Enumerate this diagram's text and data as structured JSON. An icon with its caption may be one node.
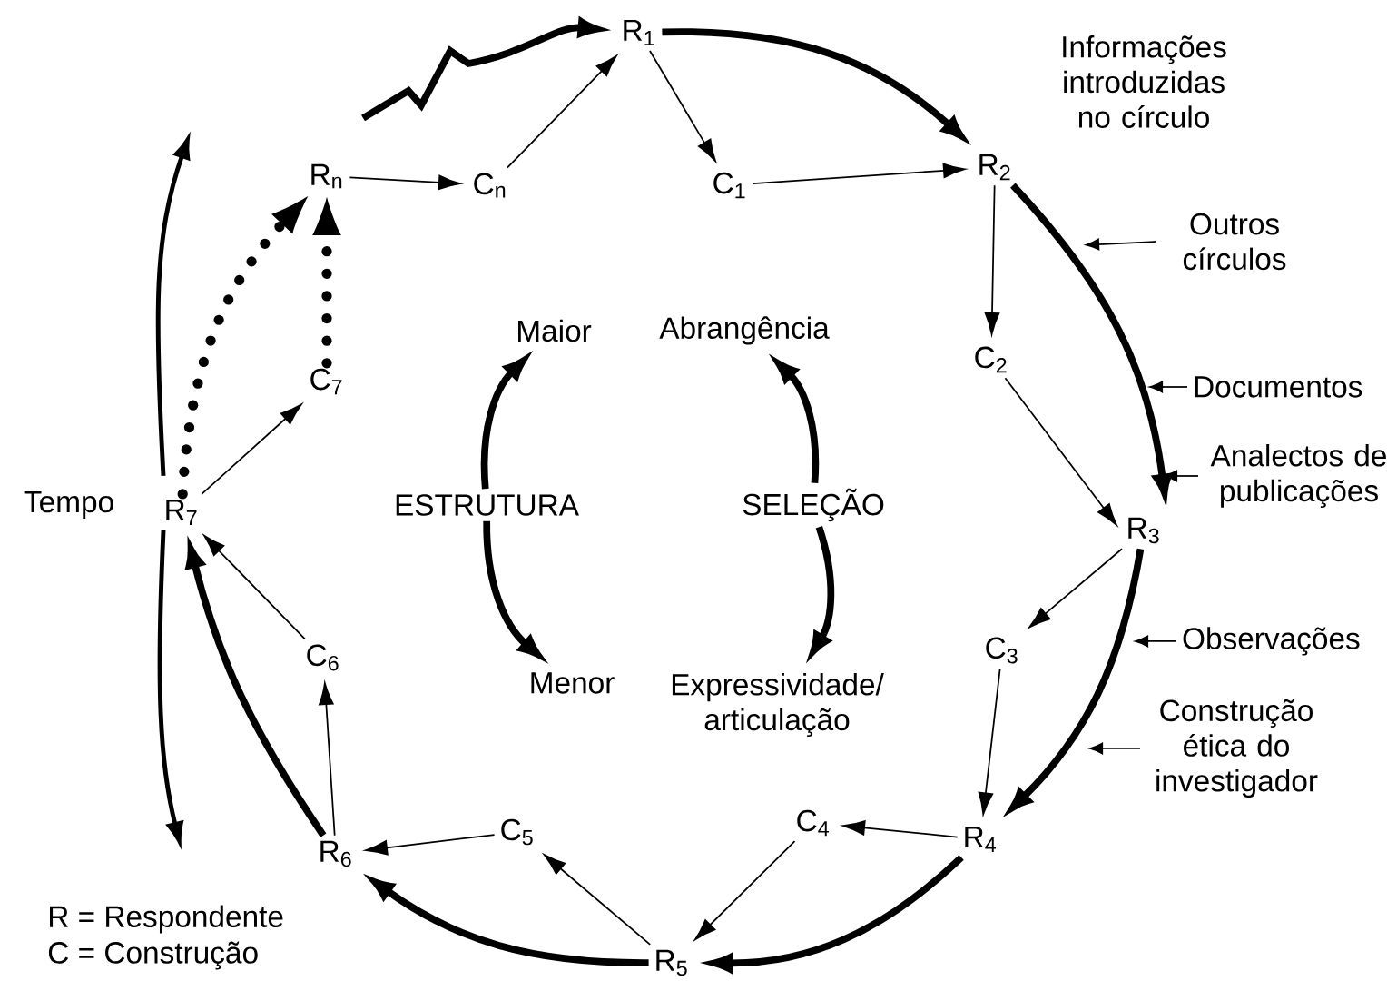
{
  "diagram": {
    "nodes": [
      {
        "text": [
          "R$_{1}$"
        ]
      },
      {
        "text": [
          "C$_{1}$"
        ]
      },
      {
        "text": [
          "R$_{2}$"
        ]
      },
      {
        "text": [
          "C$_{2}$"
        ]
      },
      {
        "text": [
          "R$_{3}$"
        ]
      },
      {
        "text": [
          "C$_{3}$"
        ]
      },
      {
        "text": [
          "R$_{4}$"
        ]
      },
      {
        "text": [
          "C$_{4}$"
        ]
      },
      {
        "text": [
          "R$_{5}$"
        ]
      },
      {
        "text": [
          "C$_{5}$"
        ]
      },
      {
        "text": [
          "R$_{6}$"
        ]
      },
      {
        "text": [
          "C$_{6}$"
        ]
      },
      {
        "text": [
          "R$_{7}$"
        ]
      },
      {
        "text": [
          "C$_{7}$"
        ]
      },
      {
        "text": [
          "R$_{n}$"
        ]
      },
      {
        "text": [
          "C$_{n}$"
        ]
      },
      {
        "text": [
          "Outros círculos"
        ]
      },
      {
        "text": [
          "Documentos"
        ]
      },
      {
        "text": [
          "Analectos de publicações"
        ]
      },
      {
        "text": [
          "Observações"
        ]
      },
      {
        "text": [
          "Construção ética do investigador"
        ]
      },
      {
        "text": [
          "Maior"
        ]
      },
      {
        "text": [
          "ESTRUTURA"
        ]
      },
      {
        "text": [
          "Menor"
        ]
      },
      {
        "text": [
          "Abrangência"
        ]
      },
      {
        "text": [
          "SELEÇÃO"
        ]
      },
      {
        "text": [
          "Expressividade/ articulação"
        ]
      }
    ],
    "edges": [
      {
        "from": 0,
        "to": 1,
        "arrow": "to"
      },
      {
        "from": 1,
        "to": 2,
        "arrow": "to"
      },
      {
        "from": 0,
        "to": 2,
        "arrow": "to",
        "style": "thick"
      },
      {
        "from": 2,
        "to": 3,
        "arrow": "to"
      },
      {
        "from": 3,
        "to": 4,
        "arrow": "to"
      },
      {
        "from": 2,
        "to": 4,
        "arrow": "to",
        "style": "thick"
      },
      {
        "from": 4,
        "to": 5,
        "arrow": "to"
      },
      {
        "from": 5,
        "to": 6,
        "arrow": "to"
      },
      {
        "from": 4,
        "to": 6,
        "arrow": "to",
        "style": "thick"
      },
      {
        "from": 6,
        "to": 7,
        "arrow": "to"
      },
      {
        "from": 7,
        "to": 8,
        "arrow": "to"
      },
      {
        "from": 6,
        "to": 8,
        "arrow": "to",
        "style": "thick"
      },
      {
        "from": 8,
        "to": 9,
        "arrow": "to"
      },
      {
        "from": 9,
        "to": 10,
        "arrow": "to"
      },
      {
        "from": 8,
        "to": 10,
        "arrow": "to",
        "style": "thick"
      },
      {
        "from": 10,
        "to": 11,
        "arrow": "to"
      },
      {
        "from": 11,
        "to": 12,
        "arrow": "to"
      },
      {
        "from": 10,
        "to": 12,
        "arrow": "to",
        "style": "thick"
      },
      {
        "from": 12,
        "to": 13,
        "arrow": "to"
      },
      {
        "from": 13,
        "to": 14,
        "arrow": "to",
        "style": "dashed"
      },
      {
        "from": 12,
        "to": 14,
        "arrow": "to",
        "style": "dashed"
      },
      {
        "from": 14,
        "to": 15,
        "arrow": "to"
      },
      {
        "from": 15,
        "to": 0,
        "arrow": "to"
      },
      {
        "from": null,
        "to": 0,
        "arrow": "to",
        "style": "thick"
      },
      {
        "from": 16,
        "to": null,
        "arrow": "to"
      },
      {
        "from": 17,
        "to": null,
        "arrow": "to"
      },
      {
        "from": 18,
        "to": null,
        "arrow": "to"
      },
      {
        "from": 19,
        "to": null,
        "arrow": "to"
      },
      {
        "from": 20,
        "to": null,
        "arrow": "to"
      },
      {
        "from": 22,
        "to": 21,
        "arrow": "to",
        "style": "thick"
      },
      {
        "from": 22,
        "to": 23,
        "arrow": "to",
        "style": "thick"
      },
      {
        "from": 25,
        "to": 24,
        "arrow": "to",
        "style": "thick"
      },
      {
        "from": 25,
        "to": 26,
        "arrow": "to",
        "style": "thick"
      }
    ],
    "labels": [
      "Informações introduzidas no círculo",
      "Tempo",
      "R = Respondente",
      "C = Construção"
    ]
  }
}
